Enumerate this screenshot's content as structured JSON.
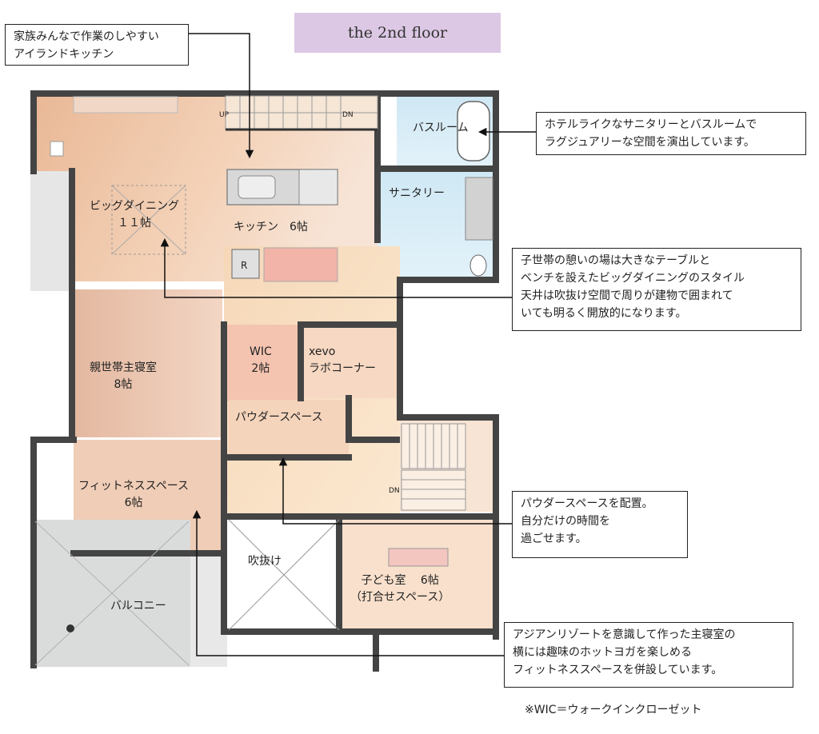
{
  "title": "the 2nd floor",
  "rooms": {
    "big_dining": "ビッグダイニング",
    "big_dining_size": "１１帖",
    "kitchen": "キッチン　6帖",
    "bathroom": "バスルーム",
    "sanitary": "サニタリー",
    "refrigerator": "R",
    "wic": "WIC",
    "wic_size": "2帖",
    "xevo": "xevo",
    "lab_corner": "ラボコーナー",
    "parent_bedroom": "親世帯主寝室",
    "parent_bedroom_size": "8帖",
    "powder_space": "パウダースペース",
    "fitness_space": "フィットネススペース",
    "fitness_size": "6帖",
    "atrium": "吹抜け",
    "kids_room": "子ども室　 6帖",
    "kids_room_note": "（打合せスペース）",
    "balcony": "バルコニー",
    "up": "UP",
    "dn": "DN",
    "dn2": "DN"
  },
  "notes": {
    "kitchen": "家族みんなで作業のしやすい\nアイランドキッチン",
    "bath": "ホテルライクなサニタリーとバスルームで\nラグジュアリーな空間を演出しています。",
    "dining": "子世帯の憩いの場は大きなテーブルと\nベンチを設えたビッグダイニングのスタイル\n天井は吹抜け空間で周りが建物で囲まれて\nいても明るく開放的になります。",
    "powder": "パウダースペースを配置。\n自分だけの時間を\n過ごせます。",
    "fitness": "アジアンリゾートを意識して作った主寝室の\n横には趣味のホットヨガを楽しめる\nフィットネススペースを併設しています。"
  },
  "footnote": "※WIC＝ウォークインクローゼット",
  "colors": {
    "title_bg": "#dcc8e4",
    "wall": "#444444",
    "wood": "#f0c8a8",
    "bath": "#d6ecf6",
    "balcony": "#dadcdc"
  }
}
